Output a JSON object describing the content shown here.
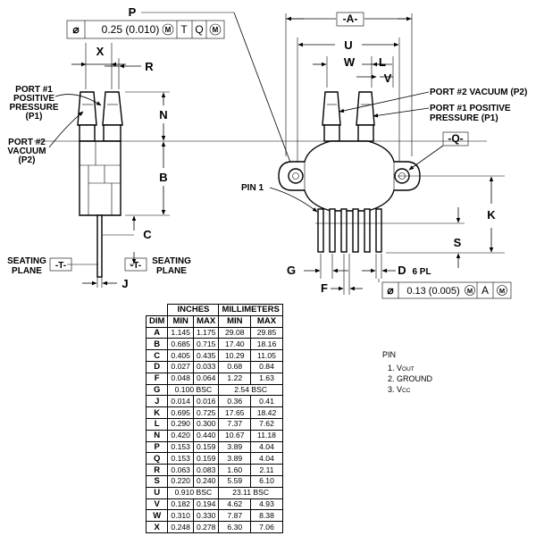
{
  "tolerance_top": {
    "symbol": "⌀",
    "value": "0.25 (0.010)",
    "mod1": "M",
    "ref1": "T",
    "ref2": "Q",
    "mod2": "M"
  },
  "tolerance_bottom": {
    "symbol": "⌀",
    "value": "0.13 (0.005)",
    "mod1": "M",
    "ref1": "A",
    "mod2": "M"
  },
  "labels": {
    "P": "P",
    "X": "X",
    "R": "R",
    "N": "N",
    "B": "B",
    "C": "C",
    "J": "J",
    "A": "-A-",
    "U": "U",
    "W": "W",
    "L": "L",
    "V": "V",
    "Q": "-Q-",
    "K": "K",
    "S": "S",
    "G": "G",
    "F": "F",
    "D": "D",
    "D6PL": "6 PL",
    "T": "-T-"
  },
  "callouts": {
    "port1_left": [
      "PORT #1",
      "POSITIVE",
      "PRESSURE",
      "(P1)"
    ],
    "port2_left": [
      "PORT #2",
      "VACUUM",
      "(P2)"
    ],
    "port2_right": "PORT #2 VACUUM (P2)",
    "port1_right": [
      "PORT #1 POSITIVE",
      "PRESSURE (P1)"
    ],
    "pin1": "PIN 1",
    "seating_left": [
      "SEATING",
      "PLANE"
    ],
    "seating_right": [
      "SEATING",
      "PLANE"
    ]
  },
  "table": {
    "group_headers": [
      "INCHES",
      "MILLIMETERS"
    ],
    "headers": [
      "DIM",
      "MIN",
      "MAX",
      "MIN",
      "MAX"
    ],
    "rows": [
      [
        "A",
        "1.145",
        "1.175",
        "29.08",
        "29.85"
      ],
      [
        "B",
        "0.685",
        "0.715",
        "17.40",
        "18.16"
      ],
      [
        "C",
        "0.405",
        "0.435",
        "10.29",
        "11.05"
      ],
      [
        "D",
        "0.027",
        "0.033",
        "0.68",
        "0.84"
      ],
      [
        "F",
        "0.048",
        "0.064",
        "1.22",
        "1.63"
      ],
      [
        "G",
        "0.100 BSC",
        "",
        "2.54 BSC",
        ""
      ],
      [
        "J",
        "0.014",
        "0.016",
        "0.36",
        "0.41"
      ],
      [
        "K",
        "0.695",
        "0.725",
        "17.65",
        "18.42"
      ],
      [
        "L",
        "0.290",
        "0.300",
        "7.37",
        "7.62"
      ],
      [
        "N",
        "0.420",
        "0.440",
        "10.67",
        "11.18"
      ],
      [
        "P",
        "0.153",
        "0.159",
        "3.89",
        "4.04"
      ],
      [
        "Q",
        "0.153",
        "0.159",
        "3.89",
        "4.04"
      ],
      [
        "R",
        "0.063",
        "0.083",
        "1.60",
        "2.11"
      ],
      [
        "S",
        "0.220",
        "0.240",
        "5.59",
        "6.10"
      ],
      [
        "U",
        "0.910 BSC",
        "",
        "23.11 BSC",
        ""
      ],
      [
        "V",
        "0.182",
        "0.194",
        "4.62",
        "4.93"
      ],
      [
        "W",
        "0.310",
        "0.330",
        "7.87",
        "8.38"
      ],
      [
        "X",
        "0.248",
        "0.278",
        "6.30",
        "7.06"
      ]
    ]
  },
  "pins": {
    "title": "PIN",
    "items": [
      {
        "num": "1.",
        "name": "V",
        "sub": "OUT"
      },
      {
        "num": "2.",
        "name": "GROUND",
        "sub": ""
      },
      {
        "num": "3.",
        "name": "V",
        "sub": "CC"
      }
    ]
  }
}
